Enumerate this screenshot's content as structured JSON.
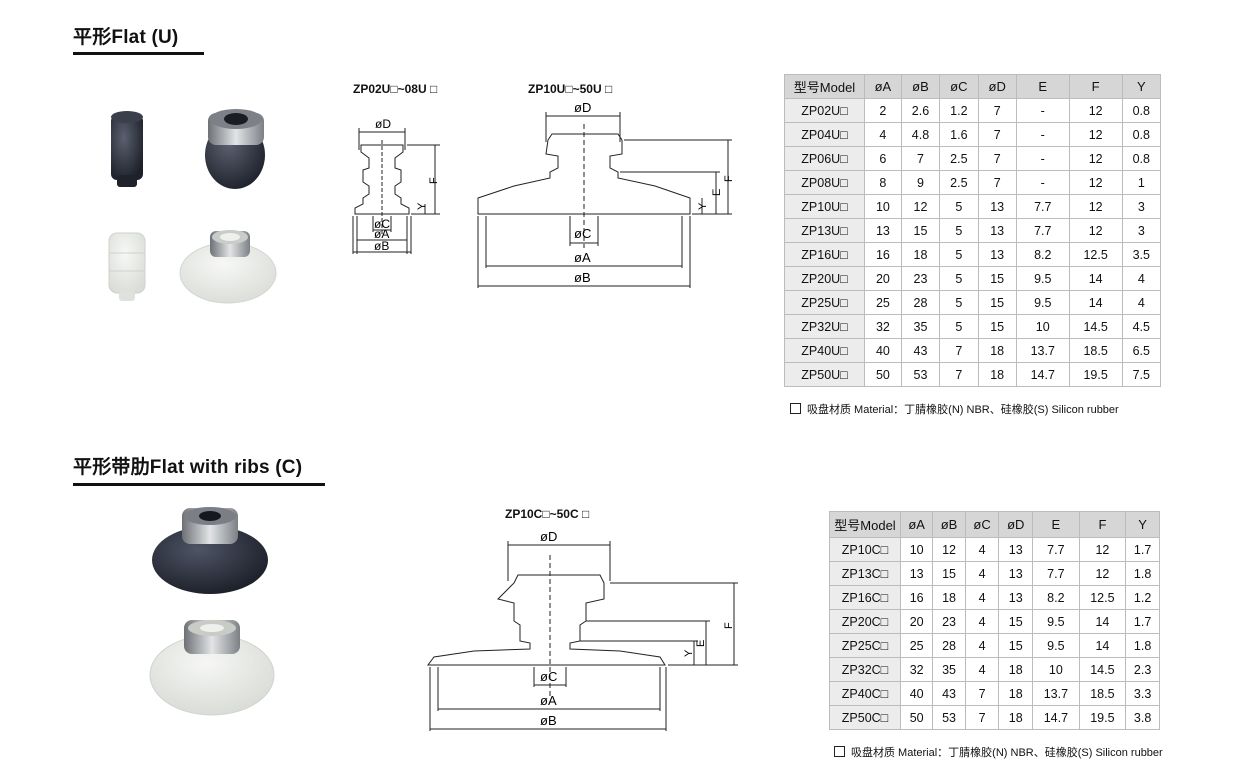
{
  "section_u": {
    "title": "平形Flat (U)",
    "small_drawing_label": "ZP02U□~08U □",
    "large_drawing_label": "ZP10U□~50U □",
    "note": "吸盘材质 Material：丁腈橡胶(N) NBR、硅橡胶(S) Silicon rubber",
    "headers": [
      "型号Model",
      "øA",
      "øB",
      "øC",
      "øD",
      "E",
      "F",
      "Y"
    ],
    "rows": [
      [
        "ZP02U□",
        "2",
        "2.6",
        "1.2",
        "7",
        "-",
        "12",
        "0.8"
      ],
      [
        "ZP04U□",
        "4",
        "4.8",
        "1.6",
        "7",
        "-",
        "12",
        "0.8"
      ],
      [
        "ZP06U□",
        "6",
        "7",
        "2.5",
        "7",
        "-",
        "12",
        "0.8"
      ],
      [
        "ZP08U□",
        "8",
        "9",
        "2.5",
        "7",
        "-",
        "12",
        "1"
      ],
      [
        "ZP10U□",
        "10",
        "12",
        "5",
        "13",
        "7.7",
        "12",
        "3"
      ],
      [
        "ZP13U□",
        "13",
        "15",
        "5",
        "13",
        "7.7",
        "12",
        "3"
      ],
      [
        "ZP16U□",
        "16",
        "18",
        "5",
        "13",
        "8.2",
        "12.5",
        "3.5"
      ],
      [
        "ZP20U□",
        "20",
        "23",
        "5",
        "15",
        "9.5",
        "14",
        "4"
      ],
      [
        "ZP25U□",
        "25",
        "28",
        "5",
        "15",
        "9.5",
        "14",
        "4"
      ],
      [
        "ZP32U□",
        "32",
        "35",
        "5",
        "15",
        "10",
        "14.5",
        "4.5"
      ],
      [
        "ZP40U□",
        "40",
        "43",
        "7",
        "18",
        "13.7",
        "18.5",
        "6.5"
      ],
      [
        "ZP50U□",
        "50",
        "53",
        "7",
        "18",
        "14.7",
        "19.5",
        "7.5"
      ]
    ]
  },
  "section_c": {
    "title": "平形带肋Flat with ribs (C)",
    "drawing_label": "ZP10C□~50C □",
    "note": "吸盘材质 Material：丁腈橡胶(N) NBR、硅橡胶(S) Silicon rubber",
    "headers": [
      "型号Model",
      "øA",
      "øB",
      "øC",
      "øD",
      "E",
      "F",
      "Y"
    ],
    "rows": [
      [
        "ZP10C□",
        "10",
        "12",
        "4",
        "13",
        "7.7",
        "12",
        "1.7"
      ],
      [
        "ZP13C□",
        "13",
        "15",
        "4",
        "13",
        "7.7",
        "12",
        "1.8"
      ],
      [
        "ZP16C□",
        "16",
        "18",
        "4",
        "13",
        "8.2",
        "12.5",
        "1.2"
      ],
      [
        "ZP20C□",
        "20",
        "23",
        "4",
        "15",
        "9.5",
        "14",
        "1.7"
      ],
      [
        "ZP25C□",
        "25",
        "28",
        "4",
        "15",
        "9.5",
        "14",
        "1.8"
      ],
      [
        "ZP32C□",
        "32",
        "35",
        "4",
        "18",
        "10",
        "14.5",
        "2.3"
      ],
      [
        "ZP40C□",
        "40",
        "43",
        "7",
        "18",
        "13.7",
        "18.5",
        "3.3"
      ],
      [
        "ZP50C□",
        "50",
        "53",
        "7",
        "18",
        "14.7",
        "19.5",
        "3.8"
      ]
    ]
  },
  "dims": {
    "d": "øD",
    "a": "øA",
    "b": "øB",
    "c": "øC",
    "e": "E",
    "f": "F",
    "y": "Y"
  },
  "colors": {
    "rubber_dark": "#2f3440",
    "silicone": "#e6e8e4",
    "metal": "#b9bcc0",
    "header_bg": "#d6d6d6",
    "model_bg": "#ececec"
  }
}
